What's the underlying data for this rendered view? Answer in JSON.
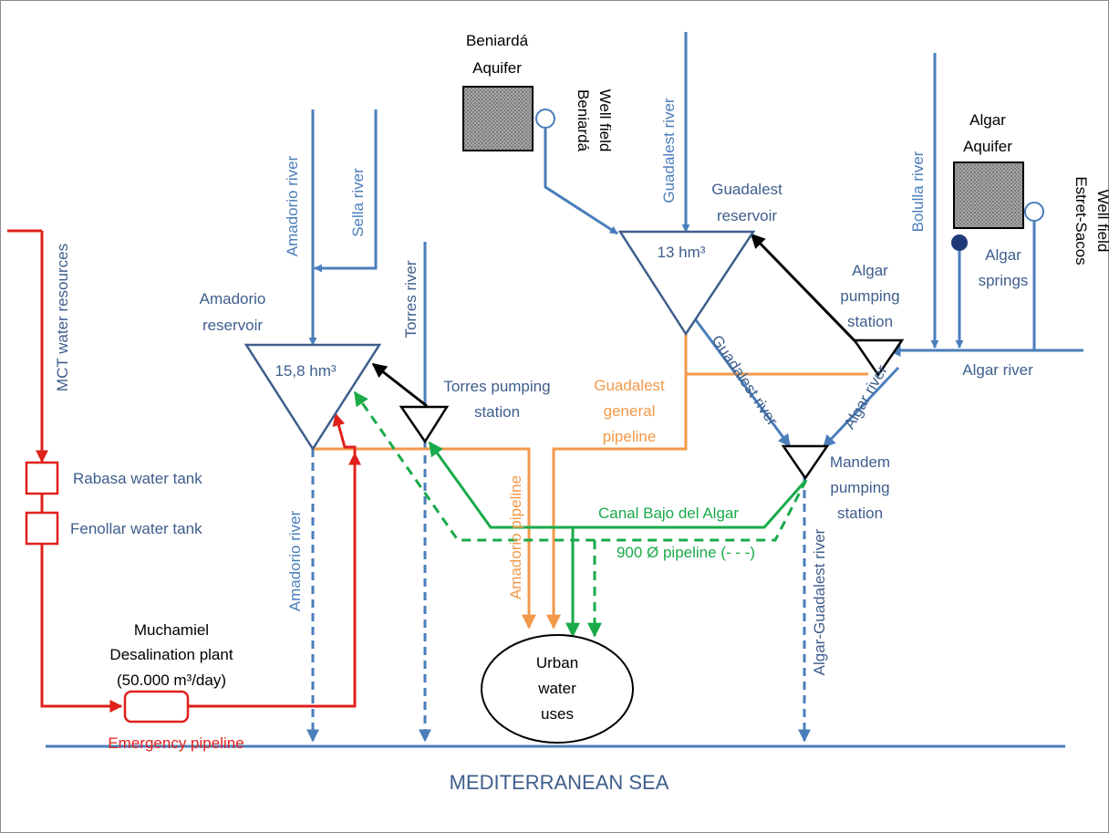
{
  "colors": {
    "river_blue": "#4a7ebb",
    "label_blue": "#3e5e8c",
    "orange": "#f2994a",
    "green": "#1aaa4a",
    "red": "#e0201b",
    "black": "#000000"
  },
  "aquifers": {
    "beniarda": {
      "name_line1": "Beniardá",
      "name_line2": "Aquifer",
      "well_line1": "Beniardá",
      "well_line2": "Well field"
    },
    "algar": {
      "name_line1": "Algar",
      "name_line2": "Aquifer",
      "well_line1": "Estret-Sacos",
      "well_line2": "Well field",
      "springs_line1": "Algar",
      "springs_line2": "springs"
    }
  },
  "reservoirs": {
    "amadorio": {
      "name_line1": "Amadorio",
      "name_line2": "reservoir",
      "capacity": "15,8 hm³"
    },
    "guadalest": {
      "name_line1": "Guadalest",
      "name_line2": "reservoir",
      "capacity": "13 hm³"
    }
  },
  "rivers": {
    "amadorio_upper": "Amadorio river",
    "sella": "Sella river",
    "torres": "Torres river",
    "guadalest_upper": "Guadalest river",
    "bolulla": "Bolulla river",
    "algar": "Algar river",
    "guadalest_lower": "Guadalest river",
    "algar_diag": "Algar river",
    "amadorio_lower": "Amadorio river",
    "algar_guadalest": "Algar-Guadalest  river"
  },
  "pumping_stations": {
    "torres": {
      "line1": "Torres pumping",
      "line2": "station"
    },
    "algar": {
      "line1": "Algar",
      "line2": "pumping",
      "line3": "station"
    },
    "mandem": {
      "line1": "Mandem",
      "line2": "pumping",
      "line3": "station"
    }
  },
  "pipelines": {
    "guadalest_general": {
      "line1": "Guadalest",
      "line2": "general",
      "line3": "pipeline"
    },
    "amadorio": "Amadorio pipeline",
    "canal_bajo": "Canal Bajo del Algar",
    "pipeline_900": "900 Ø pipeline (- - -)",
    "emergency": "Emergency pipeline"
  },
  "mct": {
    "resources": "MCT water resources",
    "rabasa": "Rabasa water tank",
    "fenollar": "Fenollar water tank",
    "desal_line1": "Muchamiel",
    "desal_line2": "Desalination plant",
    "desal_line3": "(50.000 m³/day)"
  },
  "urban": {
    "line1": "Urban",
    "line2": "water",
    "line3": "uses"
  },
  "sea": "MEDITERRANEAN SEA"
}
